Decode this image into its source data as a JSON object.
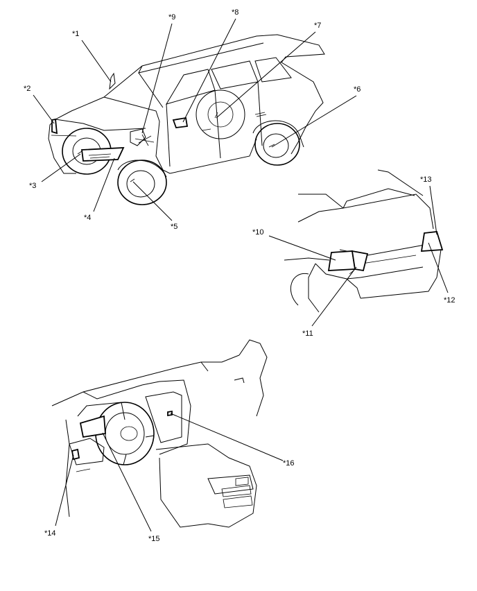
{
  "figure": {
    "callouts": [
      {
        "id": "c1",
        "text": "*1"
      },
      {
        "id": "c2",
        "text": "*2"
      },
      {
        "id": "c3",
        "text": "*3"
      },
      {
        "id": "c4",
        "text": "*4"
      },
      {
        "id": "c5",
        "text": "*5"
      },
      {
        "id": "c6",
        "text": "*6"
      },
      {
        "id": "c7",
        "text": "*7"
      },
      {
        "id": "c8",
        "text": "*8"
      },
      {
        "id": "c9",
        "text": "*9"
      },
      {
        "id": "c10",
        "text": "*10"
      },
      {
        "id": "c11",
        "text": "*11"
      },
      {
        "id": "c12",
        "text": "*12"
      },
      {
        "id": "c13",
        "text": "*13"
      },
      {
        "id": "c14",
        "text": "*14"
      },
      {
        "id": "c15",
        "text": "*15"
      },
      {
        "id": "c16",
        "text": "*16"
      }
    ]
  }
}
